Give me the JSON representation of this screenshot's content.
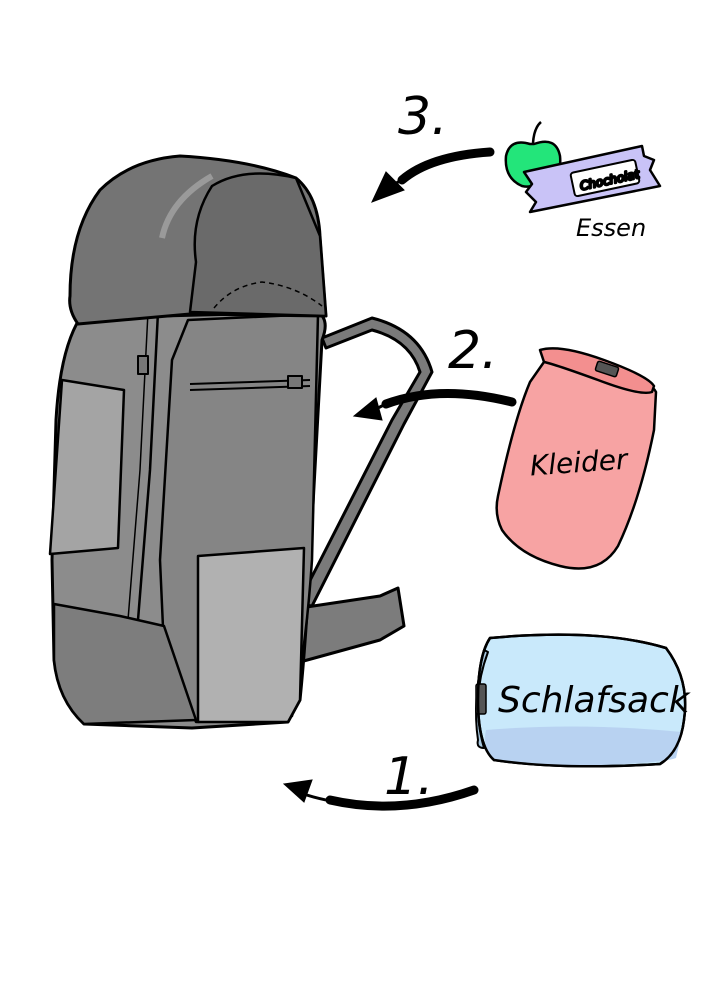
{
  "steps": [
    {
      "number": "1.",
      "item_label": "Schlafsack"
    },
    {
      "number": "2.",
      "item_label": "Kleider"
    },
    {
      "number": "3.",
      "item_label": "Essen",
      "bar_label": "Chocholat"
    }
  ],
  "colors": {
    "backpack_body": "#8a8a8a",
    "backpack_dark": "#6d6d6d",
    "backpack_light": "#b2b2b2",
    "sleeping_bag": "#c9e9fb",
    "clothes_bag": "#f7a3a3",
    "apple": "#23e57a",
    "chocolate_wrapper": "#c9c3f7"
  }
}
